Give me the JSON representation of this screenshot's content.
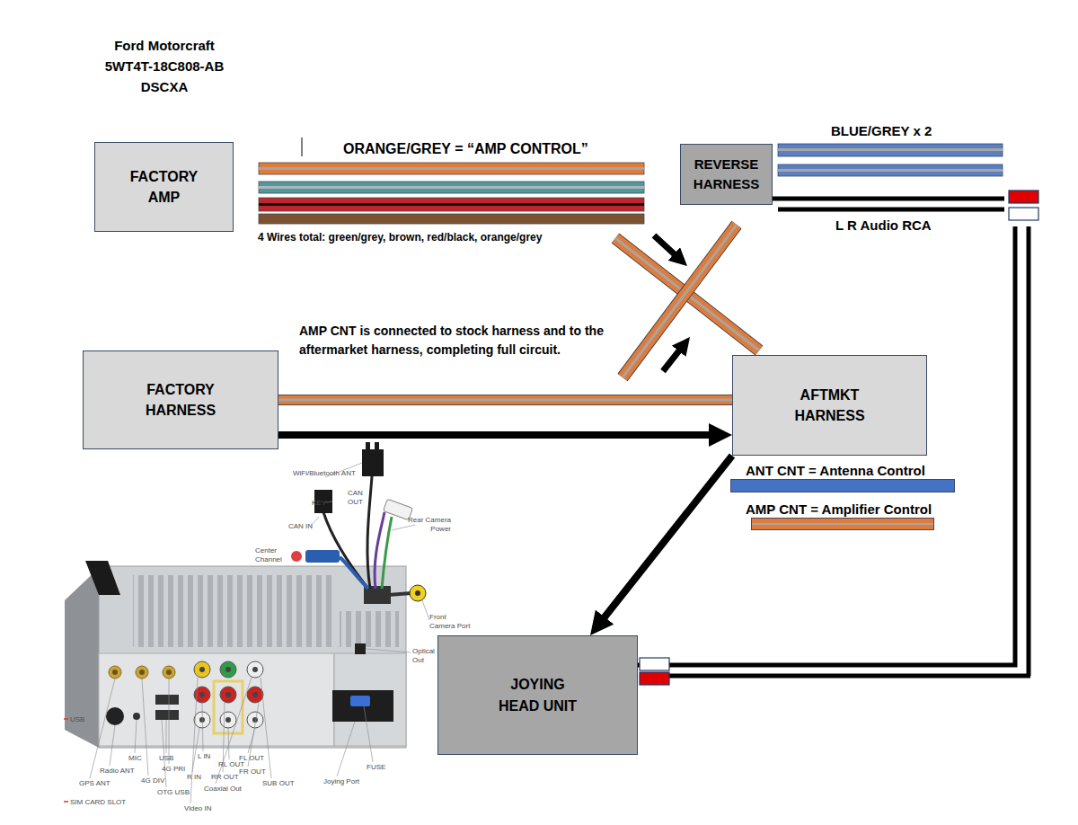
{
  "diagram": {
    "nodes": [
      {
        "text": [
          "FACTORY AMP"
        ]
      },
      {
        "text": [
          "REVERSE HARNESS"
        ]
      },
      {
        "text": [
          "FACTORY HARNESS"
        ]
      },
      {
        "text": [
          "AFTMKT HARNESS"
        ]
      },
      {
        "text": [
          "JOYING HEAD UNIT"
        ]
      }
    ],
    "edges": [
      {
        "from": 2,
        "to": 3,
        "arrow": "none"
      },
      {
        "from": 2,
        "to": 3,
        "arrow": "to"
      },
      {
        "from": 3,
        "to": 4,
        "arrow": "to"
      },
      {
        "from": 1,
        "to": 4,
        "arrow": "none"
      }
    ],
    "labels": [
      "Ford Motorcraft",
      "5WT4T-18C808-AB",
      "DSCXA",
      "ORANGE/GREY = “AMP CONTROL”",
      "4 Wires total: green/grey, brown, red/black, orange/grey",
      "BLUE/GREY x 2",
      "L R Audio RCA",
      "AMP CNT is connected to stock harness and to the aftermarket harness, completing full circuit.",
      "WiFi/Bluetooth ANT",
      "KEY",
      "CAN OUT",
      "CAN IN",
      "Rear Camera Power",
      "Center Channel",
      "Front Camera Port",
      "Optical Out",
      "USB",
      "SIM CARD SLOT",
      "GPS ANT",
      "Radio ANT",
      "MIC",
      "4G DIV",
      "USB",
      "OTG USB",
      "4G PRI",
      "L IN",
      "R IN",
      "Video IN",
      "RL OUT",
      "RR OUT",
      "Coaxial Out",
      "FL OUT",
      "FR OUT",
      "SUB OUT",
      "Joying Port",
      "FUSE"
    ],
    "legend": [
      {
        "text": "ANT CNT = Antenna Control",
        "color": "#4472c4"
      },
      {
        "text": "AMP CNT = Amplifier Control"
      }
    ]
  }
}
